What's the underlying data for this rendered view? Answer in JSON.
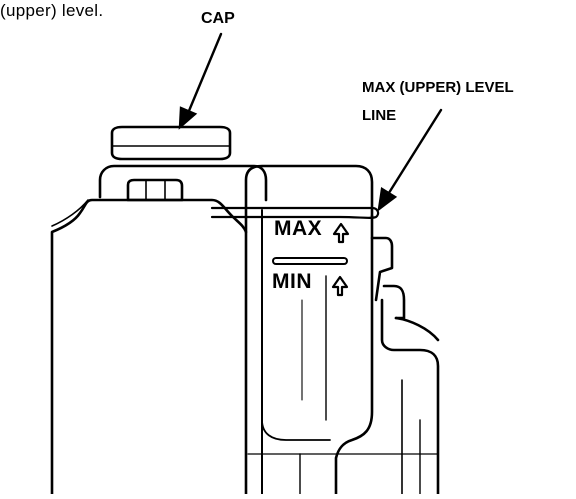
{
  "caption": {
    "top_text": "(upper) level."
  },
  "callouts": {
    "cap": "CAP",
    "max_line_1": "MAX (UPPER) LEVEL",
    "max_line_2": "LINE"
  },
  "reservoir_markings": {
    "max": "MAX",
    "min": "MIN"
  },
  "colors": {
    "ink": "#000000",
    "paper": "#ffffff"
  },
  "icons": {
    "max_arrow": "up-arrow-icon",
    "min_arrow": "up-arrow-icon"
  }
}
